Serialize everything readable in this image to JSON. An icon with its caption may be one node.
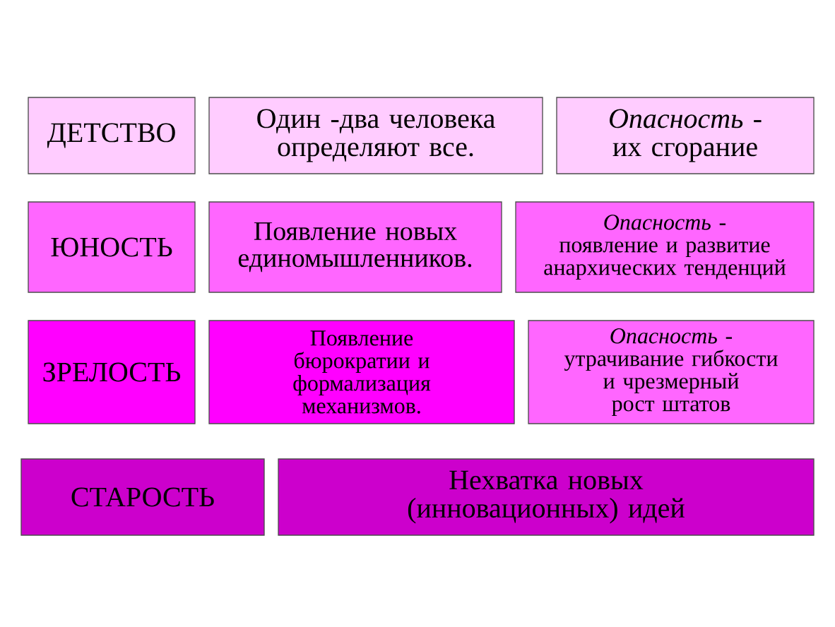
{
  "diagram": {
    "nodes": [
      {
        "text": [
          "ДЕТСТВО"
        ]
      },
      {
        "text": [
          "Один -два человека определяют все."
        ]
      },
      {
        "text": [
          "*Опасность* - их сгорание"
        ]
      },
      {
        "text": [
          "ЮНОСТЬ"
        ]
      },
      {
        "text": [
          "Появление новых единомышленников."
        ]
      },
      {
        "text": [
          "*Опасность* - появление и развитие анархических тенденций"
        ]
      },
      {
        "text": [
          "ЗРЕЛОСТЬ"
        ]
      },
      {
        "text": [
          "Появление бюрократии и формализация механизмов."
        ]
      },
      {
        "text": [
          "*Опасность* - утрачивание гибкости и чрезмерный рост штатов"
        ]
      },
      {
        "text": [
          "СТАРОСТЬ"
        ]
      },
      {
        "text": [
          "Нехватка новых (инновационных) идей"
        ]
      }
    ]
  }
}
